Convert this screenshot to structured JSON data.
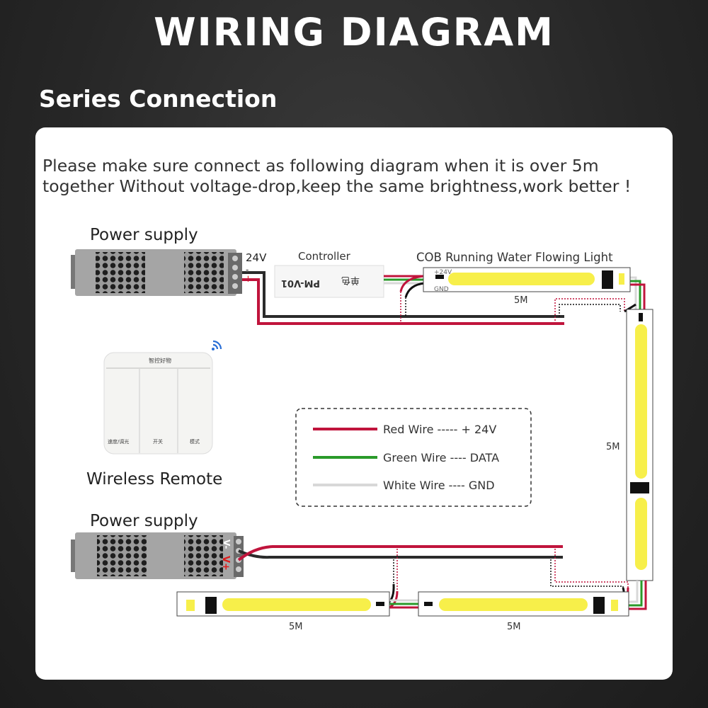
{
  "title": "WIRING DIAGRAM",
  "subtitle": "Series Connection",
  "notice": {
    "line1": "Please make sure connect as following diagram when it is over 5m",
    "line2": "together Without voltage-drop,keep the same brightness,work better !"
  },
  "top_power_supply": {
    "label": "Power supply",
    "voltage": "24V",
    "minus": "-",
    "plus": "+"
  },
  "controller": {
    "label": "Controller",
    "model": "PM-V01",
    "mode": "单色"
  },
  "strip_title": "COB Running Water Flowing Light",
  "strip_pads": {
    "plus": "+24V",
    "gnd": "GND"
  },
  "strip_lengths": {
    "top": "5M",
    "right": "5M",
    "bottom_left": "5M",
    "bottom_right": "5M"
  },
  "remote": {
    "label": "Wireless Remote",
    "brand": "智控好物",
    "buttons": [
      "速度/调光",
      "开关",
      "模式"
    ],
    "icon": "wifi-icon"
  },
  "bottom_power_supply": {
    "label": "Power supply",
    "minus": "V-",
    "plus": "V+"
  },
  "legend": [
    {
      "label": "Red Wire ----- + 24V",
      "color": "#c0143c"
    },
    {
      "label": "Green Wire ---- DATA",
      "color": "#2a9a2a"
    },
    {
      "label": "White Wire ---- GND",
      "color": "#d8d8d8"
    }
  ],
  "colors": {
    "red_wire": "#c0143c",
    "black_wire": "#2b2b2b",
    "green_wire": "#2a9a2a",
    "white_wire": "#d8d8d8",
    "cob": "#f7ef4a"
  }
}
